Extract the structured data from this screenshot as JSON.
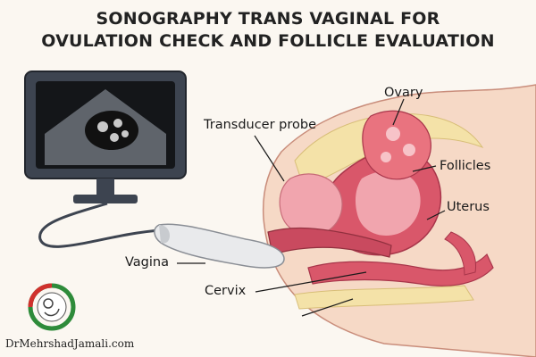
{
  "title": {
    "line1": "SONOGRAPHY TRANS VAGINAL FOR",
    "line2": "OVULATION CHECK AND FOLLICLE EVALUATION"
  },
  "labels": {
    "transducer_probe": "Transducer probe",
    "ovary": "Ovary",
    "follicles": "Follicles",
    "uterus": "Uterus",
    "vagina": "Vagina",
    "cervix": "Cervix"
  },
  "footer": {
    "website": "DrMehrshadJamali.com"
  },
  "colors": {
    "background": "#fbf7f1",
    "skin": "#f6d9c6",
    "tissue_red": "#d9576a",
    "tissue_pink": "#f1a5ae",
    "monitor_frame": "#3d4450",
    "logo_green": "#2e8b3a",
    "logo_red": "#d0312d"
  },
  "icons": {
    "monitor": "ultrasound-monitor-icon",
    "probe": "transducer-probe-icon",
    "logo": "clinic-logo-icon"
  }
}
